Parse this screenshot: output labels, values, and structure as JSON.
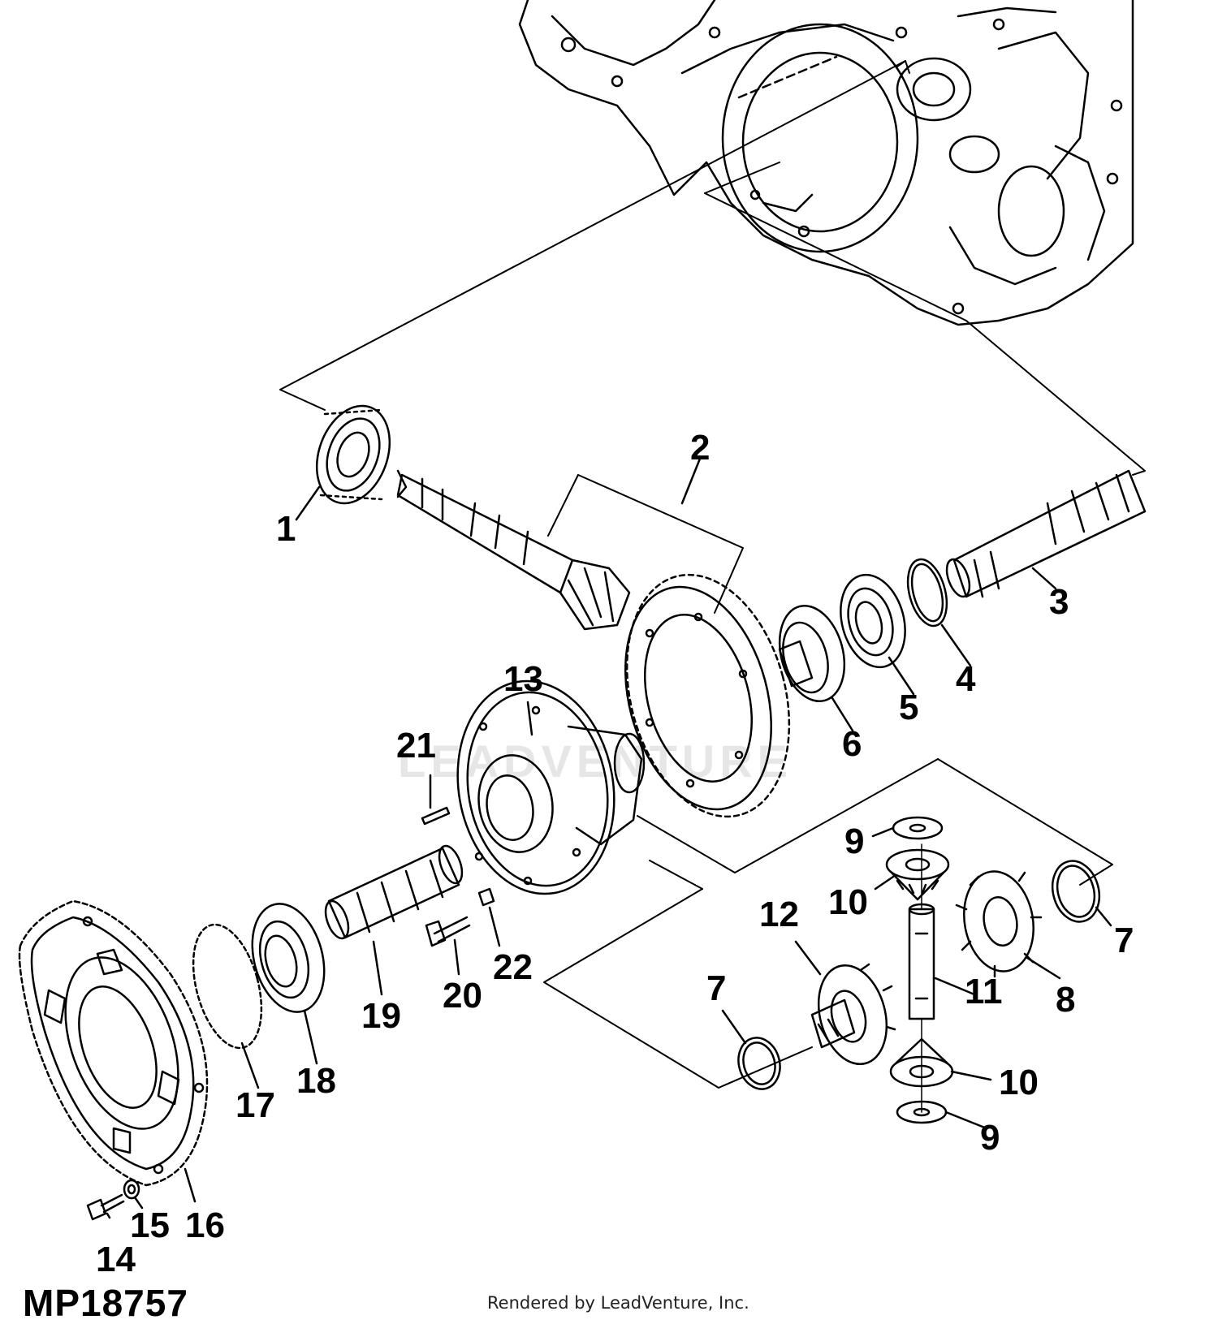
{
  "diagram_id": "MP18757",
  "credit": "Rendered by LeadVenture, Inc.",
  "watermark": "LEADVENTURE",
  "callouts": {
    "c1": "1",
    "c2": "2",
    "c3": "3",
    "c4": "4",
    "c5": "5",
    "c6": "6",
    "c7a": "7",
    "c7b": "7",
    "c8": "8",
    "c9a": "9",
    "c9b": "9",
    "c10a": "10",
    "c10b": "10",
    "c11": "11",
    "c12": "12",
    "c13": "13",
    "c14": "14",
    "c15": "15",
    "c16": "16",
    "c17": "17",
    "c18": "18",
    "c19": "19",
    "c20": "20",
    "c21": "21",
    "c22": "22"
  }
}
